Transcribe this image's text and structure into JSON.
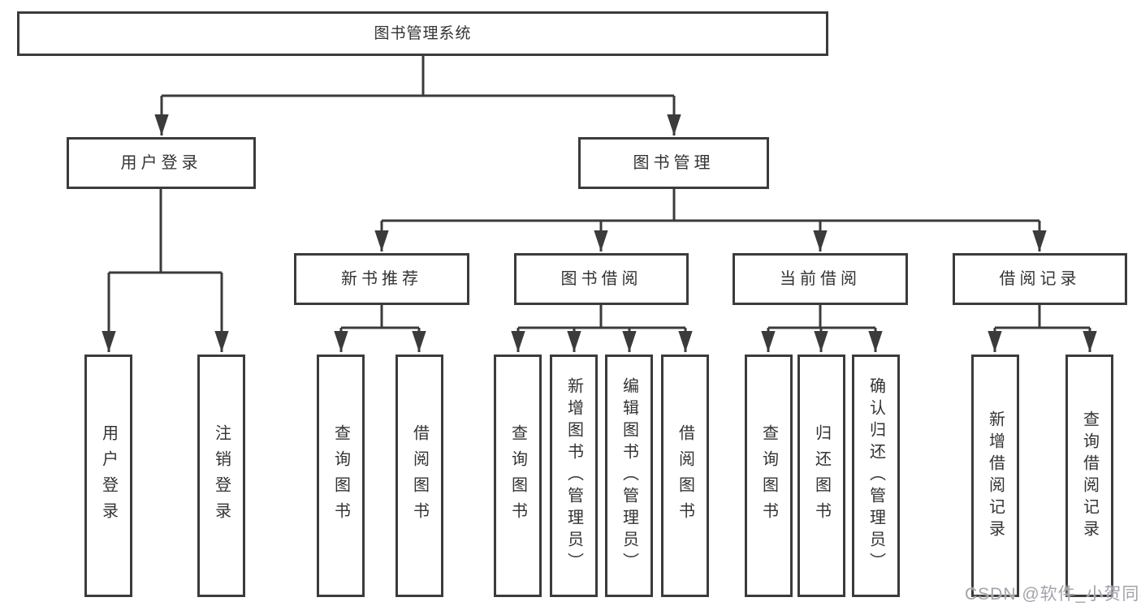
{
  "diagram": {
    "root": {
      "label": "图书管理系统"
    },
    "level2": [
      {
        "label": "用户登录",
        "children": [
          {
            "label": "用户登录"
          },
          {
            "label": "注销登录"
          }
        ]
      },
      {
        "label": "图书管理",
        "children": [
          {
            "label": "新书推荐",
            "children": [
              {
                "label": "查询图书"
              },
              {
                "label": "借阅图书"
              }
            ]
          },
          {
            "label": "图书借阅",
            "children": [
              {
                "label": "查询图书"
              },
              {
                "label": "新增图书（管理员）"
              },
              {
                "label": "编辑图书（管理员）"
              },
              {
                "label": "借阅图书"
              }
            ]
          },
          {
            "label": "当前借阅",
            "children": [
              {
                "label": "查询图书"
              },
              {
                "label": "归还图书"
              },
              {
                "label": "确认归还（管理员）"
              }
            ]
          },
          {
            "label": "借阅记录",
            "children": [
              {
                "label": "新增借阅记录"
              },
              {
                "label": "查询借阅记录"
              }
            ]
          }
        ]
      }
    ]
  },
  "watermark": {
    "text": "CSDN @软件_小贺同学"
  },
  "colors": {
    "line": "#3b3b3b",
    "text": "#333333",
    "background": "#ffffff",
    "watermark": "#a3a3ab"
  }
}
